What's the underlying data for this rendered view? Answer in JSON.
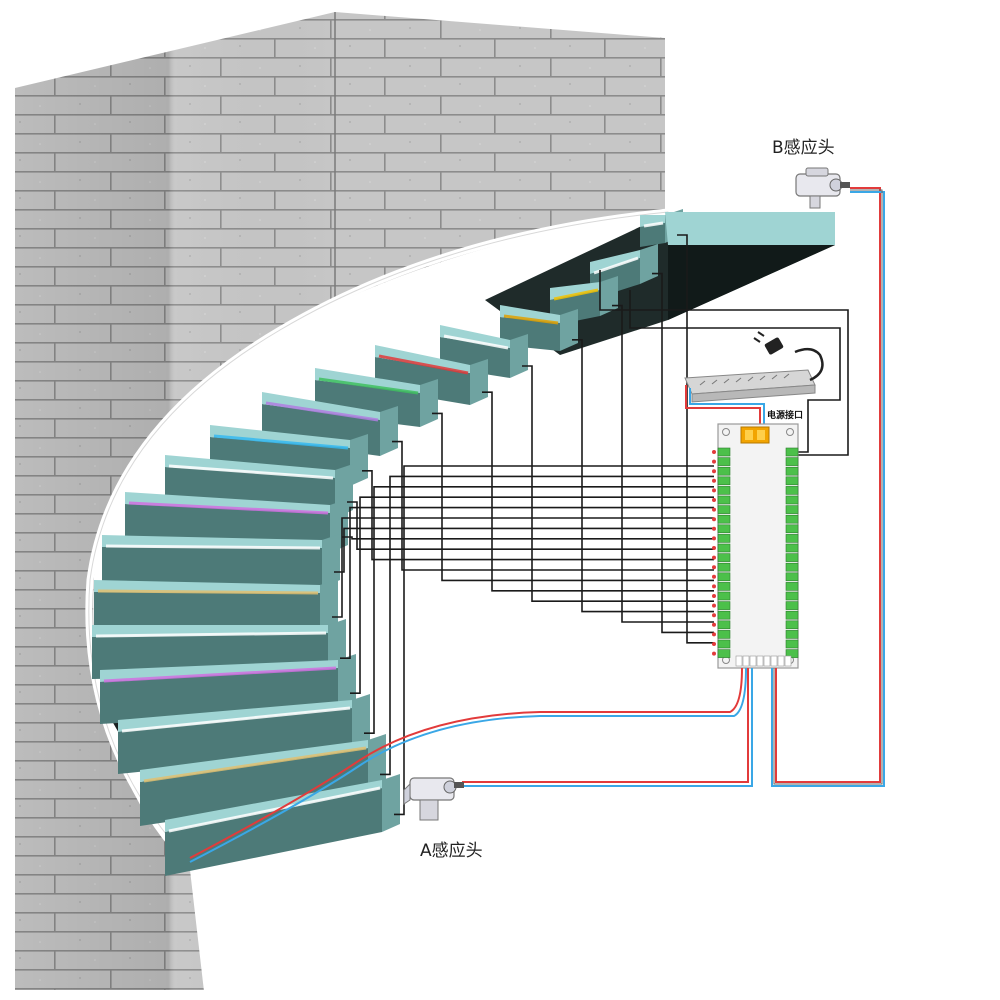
{
  "labels": {
    "sensor_b": "B感应头",
    "sensor_a": "A感应头",
    "power_port": "电源接口"
  },
  "colors": {
    "wall_brick": "#c9c9c9",
    "wall_mortar": "#8f8f8f",
    "stair_tread": "#9fd4d3",
    "stair_riser": "#4d7a78",
    "stair_shadow": "#1f2b2a",
    "terminal_green": "#4cc04a",
    "wire_red": "#e23b3b",
    "wire_blue": "#3aa7e6",
    "board_pcb": "#f4f4f4",
    "power_supply": "#e6e6e6",
    "glow_white": "#ffffff"
  },
  "step_light_colors": [
    "#ffffff",
    "#ffffff",
    "#f2c200",
    "#e0a000",
    "#ffffff",
    "#e03a3a",
    "#3fbf5f",
    "#b07ee0",
    "#35b8f0",
    "#ffffff",
    "#d070e0",
    "#ffffff",
    "#e0c070",
    "#ffffff",
    "#d070e0",
    "#ffffff",
    "#e0c070",
    "#ffffff"
  ],
  "icons": {
    "sensor_b": "motion-sensor-icon",
    "sensor_a": "motion-sensor-icon",
    "plug": "power-plug-icon"
  }
}
